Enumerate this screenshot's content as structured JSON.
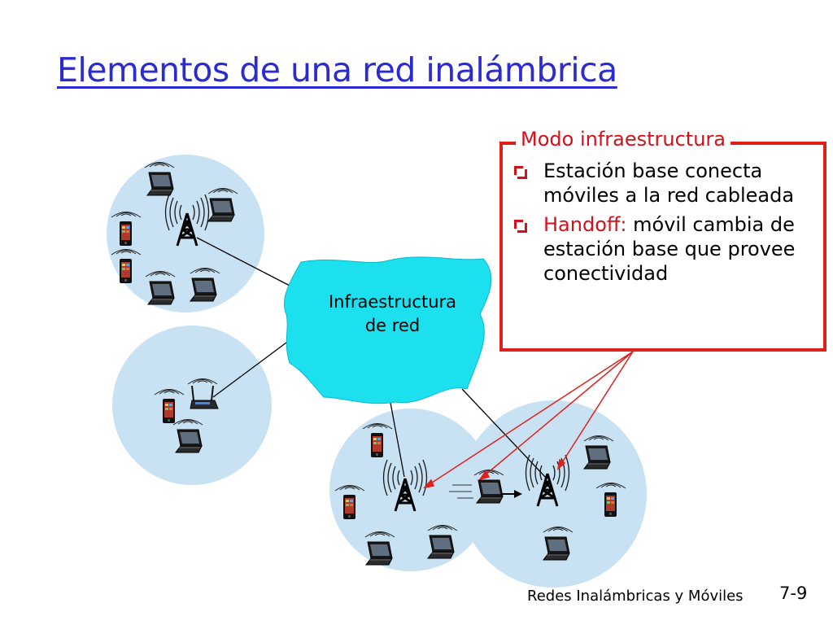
{
  "slide": {
    "title": "Elementos de una red inalámbrica",
    "box": {
      "header": "Modo infraestructura",
      "bullets": [
        {
          "highlight": "",
          "text": "Estación base conecta móviles a la red cableada"
        },
        {
          "highlight": "Handoff:",
          "text": " móvil cambia de estación base que provee conectividad"
        }
      ]
    },
    "cloud": {
      "line1": "Infraestructura",
      "line2": "de red"
    },
    "footer": {
      "course": "Redes Inalámbricas y Móviles",
      "page": "7-9"
    }
  },
  "colors": {
    "title": "#2b2bd0",
    "accent_red": "#d4101a",
    "cell": "#c8e2f4",
    "cloud": "#1ce0ee"
  }
}
